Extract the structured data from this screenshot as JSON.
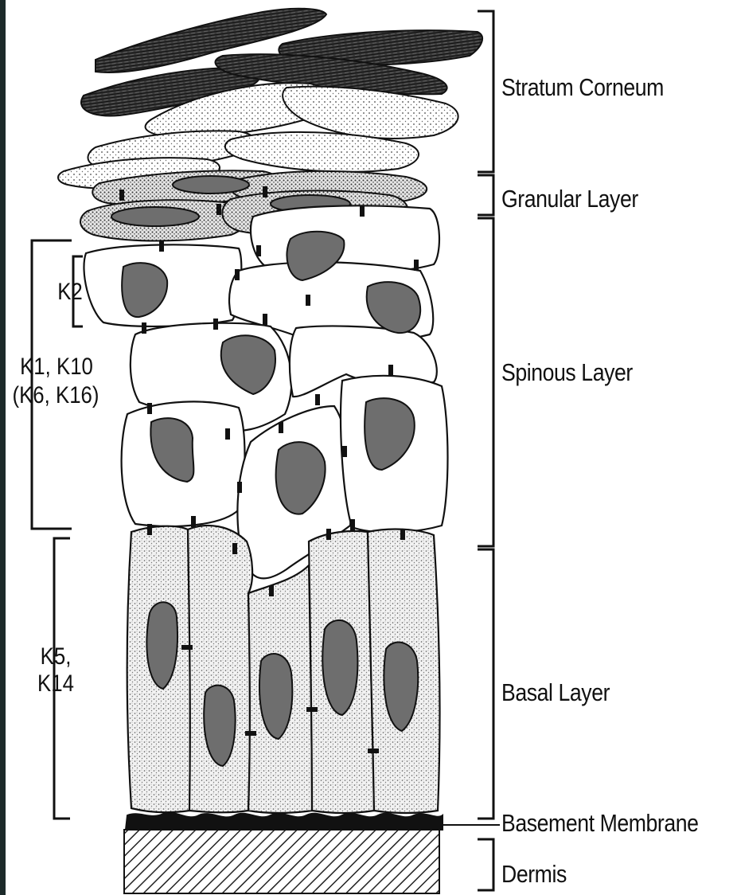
{
  "layers": {
    "stratum_corneum": "Stratum Corneum",
    "granular": "Granular Layer",
    "spinous": "Spinous Layer",
    "basal": "Basal Layer",
    "basement_membrane": "Basement Membrane",
    "dermis": "Dermis"
  },
  "keratins": {
    "k2": "K2",
    "k1_k10": "K1, K10",
    "k6_k16": "(K6, K16)",
    "k5": "K5,",
    "k14": "K14"
  },
  "colors": {
    "outline": "#111111",
    "nucleus": "#6e6e6e",
    "corneum_dark": "#2b2b2b",
    "background": "#ffffff"
  }
}
